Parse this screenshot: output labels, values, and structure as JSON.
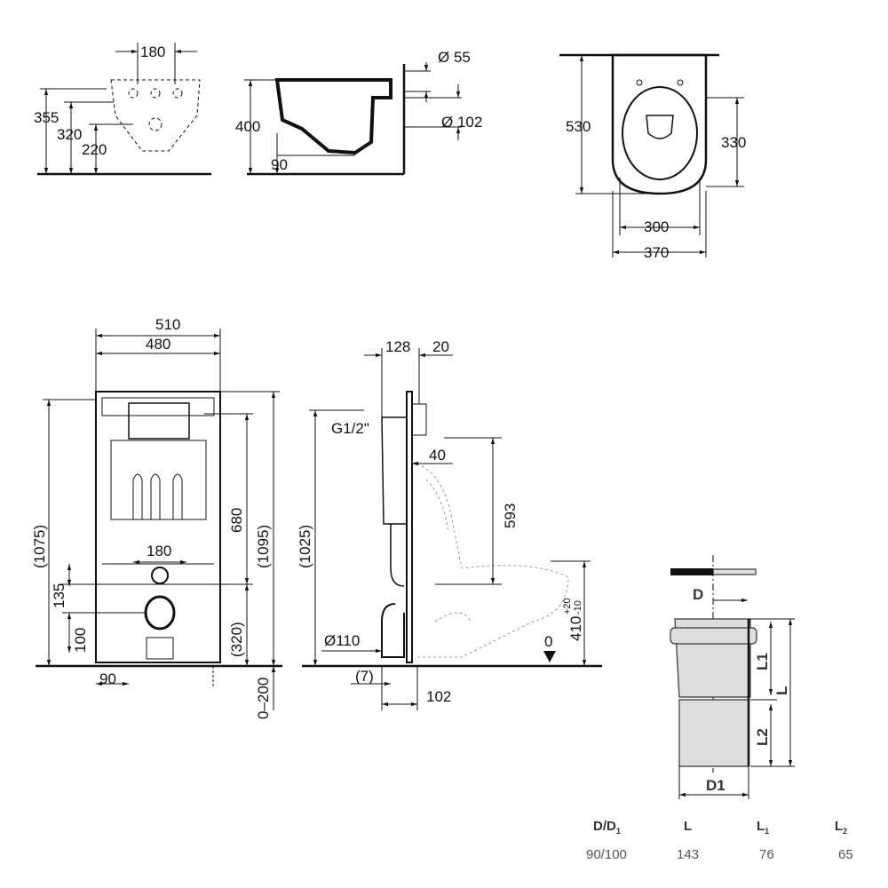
{
  "top_left_view": {
    "dims": [
      "180",
      "355",
      "320",
      "220"
    ]
  },
  "side_view": {
    "dims": [
      "Ø 55",
      "400",
      "Ø 102",
      "90"
    ]
  },
  "top_view": {
    "dims": [
      "530",
      "330",
      "300",
      "370"
    ]
  },
  "frame_front": {
    "dims": [
      "510",
      "480",
      "(1075)",
      "680",
      "(1095)",
      "180",
      "135",
      "100",
      "(320)",
      "90",
      "0–200"
    ]
  },
  "frame_side": {
    "dims": [
      "128",
      "20",
      "G1/2\"",
      "40",
      "(1025)",
      "593",
      "410",
      "+20",
      "-10",
      "0",
      "Ø110",
      "(7)",
      "102"
    ]
  },
  "pipe": {
    "labels": [
      "D",
      "L1",
      "L",
      "L2",
      "D1"
    ]
  },
  "pipe_table": {
    "headers": [
      "D/D",
      "L",
      "L",
      "L"
    ],
    "header_subs": [
      "1",
      "",
      "1",
      "2"
    ],
    "row": [
      "90/100",
      "143",
      "76",
      "65"
    ]
  }
}
